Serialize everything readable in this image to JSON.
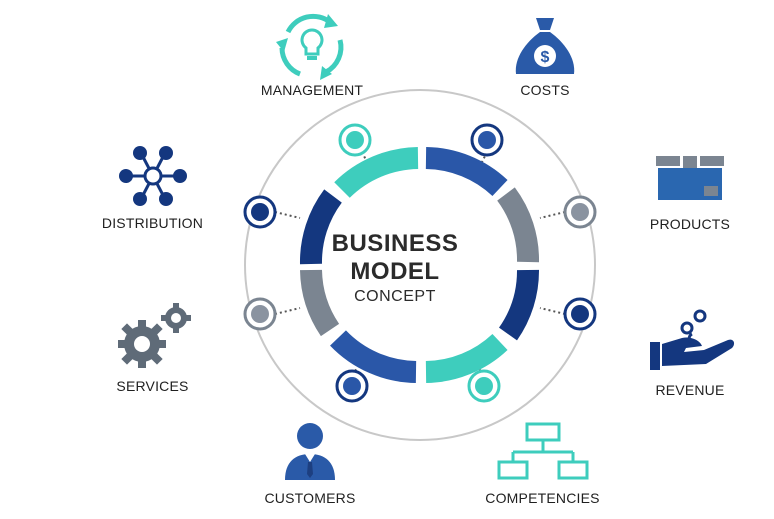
{
  "center": {
    "line1": "BUSINESS",
    "line2": "MODEL",
    "line3": "CONCEPT"
  },
  "items": {
    "management": "MANAGEMENT",
    "costs": "COSTS",
    "distribution": "DISTRIBUTION",
    "products": "PRODUCTS",
    "services": "SERVICES",
    "revenue": "REVENUE",
    "customers": "CUSTOMERS",
    "competencies": "COMPETENCIES"
  },
  "colors": {
    "navy": "#14377f",
    "royal": "#2a57a8",
    "teal": "#3ecdbd",
    "gray": "#7b8591",
    "ring": "#c8c8c8"
  }
}
